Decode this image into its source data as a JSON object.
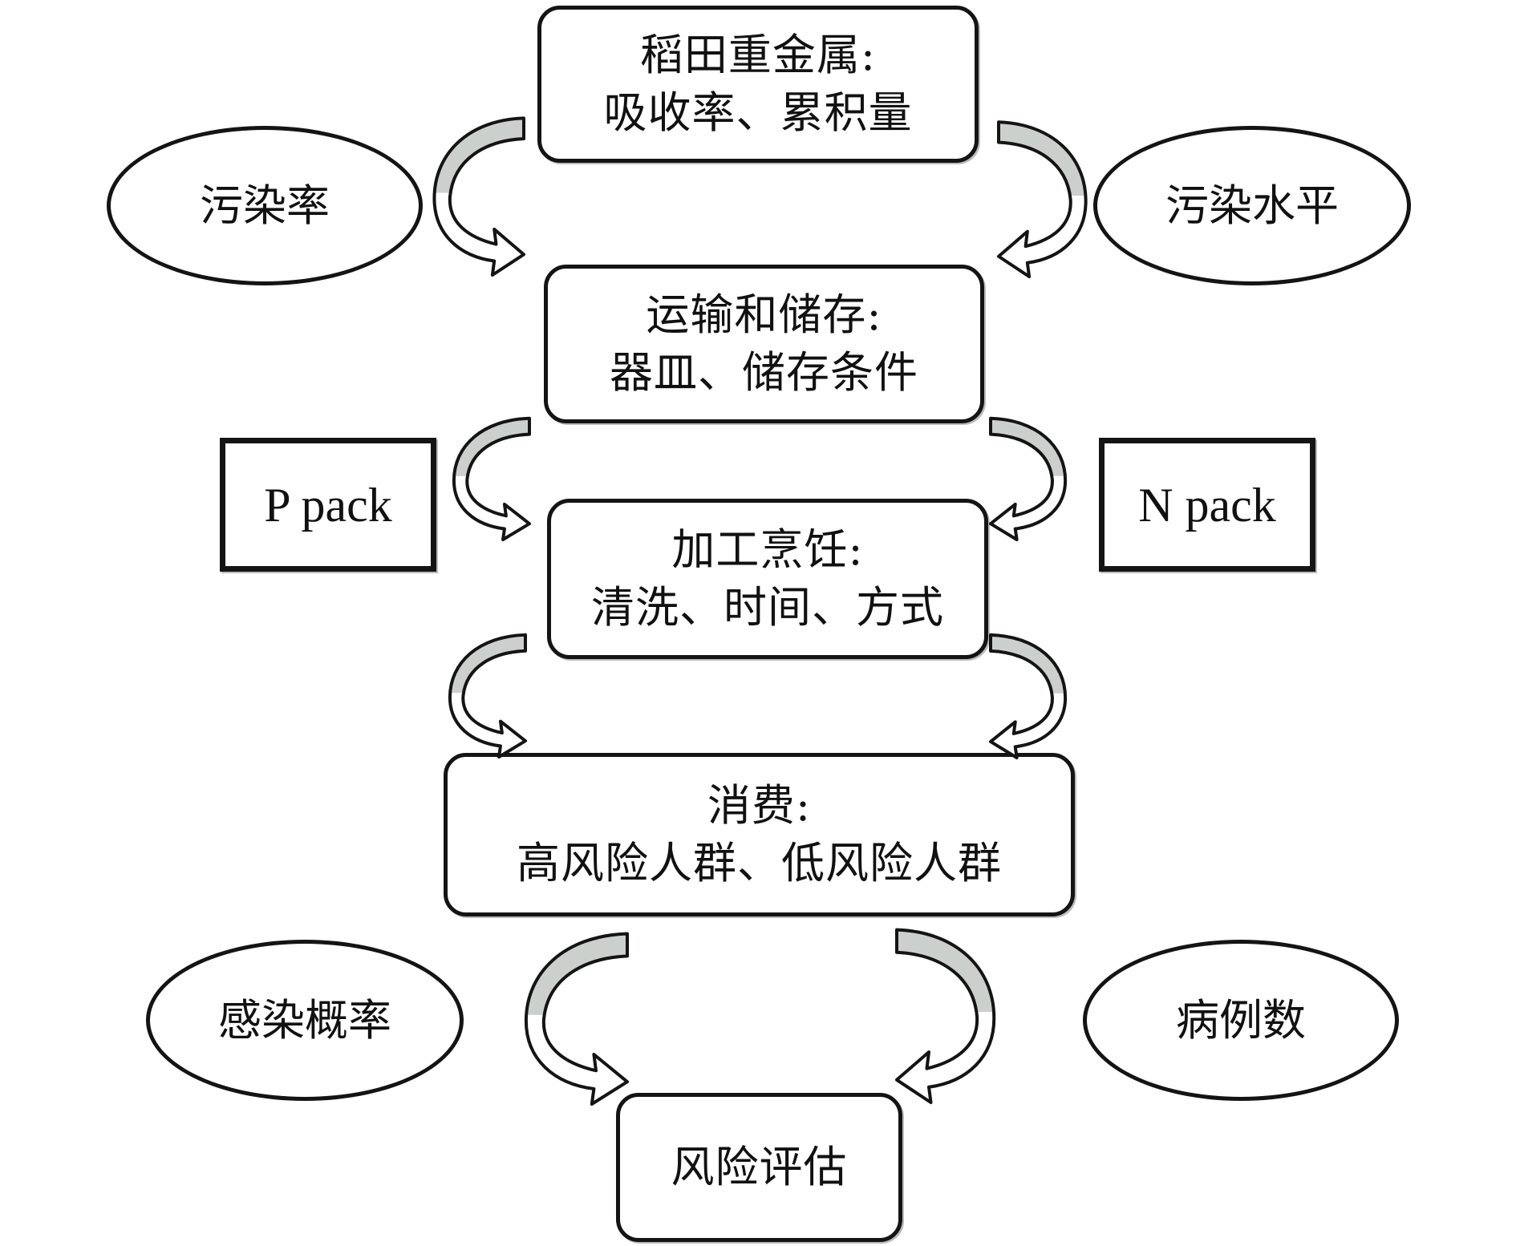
{
  "diagram": {
    "flow_steps": [
      {
        "title": "稻田重金属:",
        "detail": "吸收率、累积量"
      },
      {
        "title": "运输和储存:",
        "detail": "器皿、储存条件"
      },
      {
        "title": "加工烹饪:",
        "detail": "清洗、时间、方式"
      },
      {
        "title": "消费:",
        "detail": "高风险人群、低风险人群"
      },
      {
        "title": "风险评估",
        "detail": ""
      }
    ],
    "side_inputs": {
      "left_top": "污染率",
      "right_top": "污染水平",
      "left_middle": "P pack",
      "right_middle": "N pack",
      "left_bottom": "感染概率",
      "right_bottom": "病例数"
    },
    "colors": {
      "stroke": "#141414",
      "arrow_fill_upper": "#ccd0cc",
      "arrow_fill_lower": "#ffffff",
      "background": "#ffffff"
    }
  }
}
